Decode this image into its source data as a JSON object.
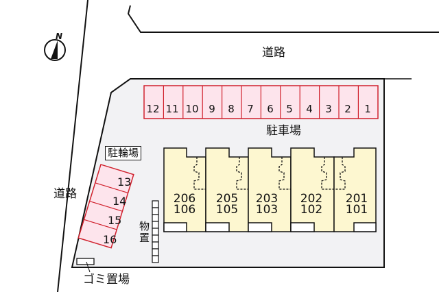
{
  "compass": {
    "label": "N"
  },
  "roads": {
    "top": "道路",
    "left": "道路"
  },
  "parking": {
    "label": "駐車場",
    "slots": [
      "12",
      "11",
      "10",
      "9",
      "8",
      "7",
      "6",
      "5",
      "4",
      "3",
      "2",
      "1"
    ]
  },
  "bicycle_parking": {
    "label": "駐輪場",
    "slots": [
      "13",
      "14",
      "15",
      "16"
    ]
  },
  "storage": {
    "label": "物置"
  },
  "trash": {
    "label": "ゴミ置場"
  },
  "building": {
    "units": [
      {
        "upper": "206",
        "lower": "106"
      },
      {
        "upper": "205",
        "lower": "105"
      },
      {
        "upper": "203",
        "lower": "103"
      },
      {
        "upper": "202",
        "lower": "102"
      },
      {
        "upper": "201",
        "lower": "101"
      }
    ]
  },
  "colors": {
    "lot_fill": "#f2f2f4",
    "parking_fill": "#fde4ec",
    "parking_stroke": "#d0202c",
    "unit_fill": "#fdf7d0",
    "line": "#111111"
  }
}
